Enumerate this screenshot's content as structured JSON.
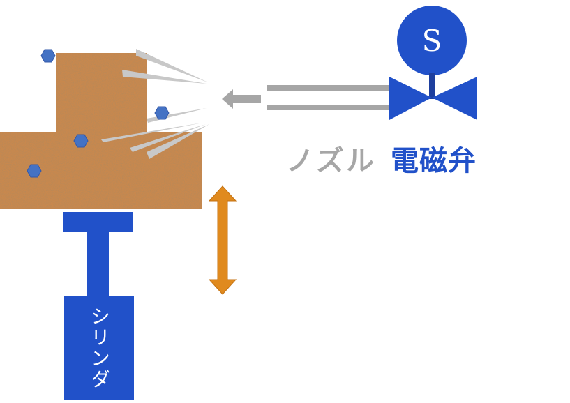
{
  "labels": {
    "nozzle": "ノズル",
    "valve": "電磁弁",
    "cylinder": "シリンダ",
    "solenoid": "S"
  },
  "colors": {
    "blue": "#2151c9",
    "gray": "#a6a6a6",
    "light_gray": "#c8c8c8",
    "orange": "#e08a1e",
    "cork": "#b9773f",
    "particle": "#4472c4"
  },
  "icons": {
    "solenoid": "solenoid-circle-icon",
    "valve": "butterfly-valve-icon",
    "arrow": "left-arrow-icon",
    "motion": "vertical-double-arrow-icon"
  }
}
